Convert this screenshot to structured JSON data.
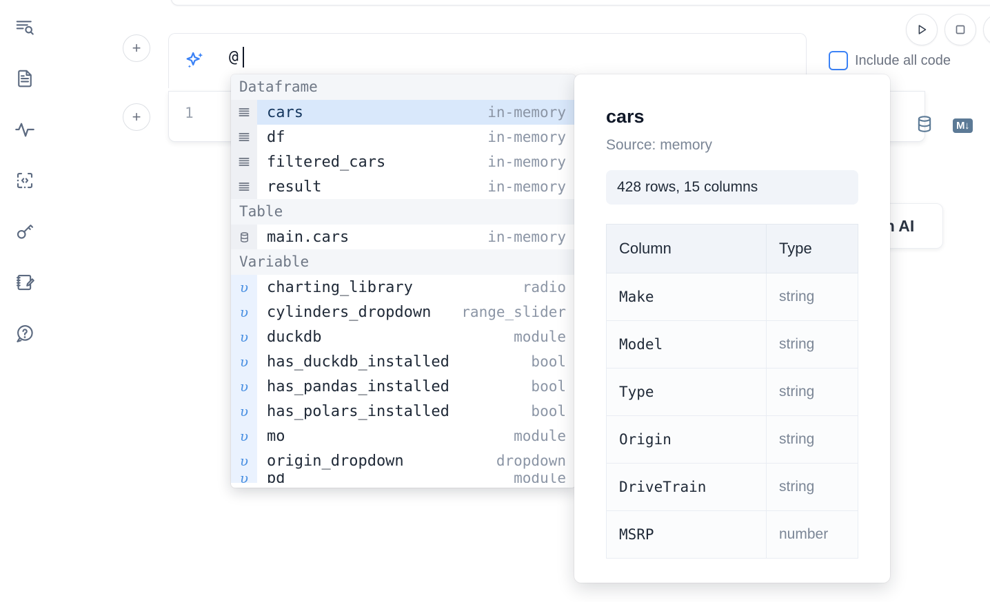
{
  "rail": {
    "items": [
      {
        "name": "file-explorer-search-icon",
        "label": "Explore files"
      },
      {
        "name": "document-outline-icon",
        "label": "Outline"
      },
      {
        "name": "activity-variables-icon",
        "label": "Variables"
      },
      {
        "name": "code-snippets-icon",
        "label": "Snippets"
      },
      {
        "name": "key-secrets-icon",
        "label": "Secrets"
      },
      {
        "name": "notebook-scratchpad-icon",
        "label": "Scratchpad"
      },
      {
        "name": "help-chat-icon",
        "label": "Help"
      }
    ]
  },
  "toolbar": {
    "run_label": "Run",
    "stop_label": "Interrupt",
    "more_label": "More",
    "include_all_code_label": "Include all code",
    "include_all_code_checked": false
  },
  "ai_prompt": {
    "value": "@",
    "icon": "sparkle-icon"
  },
  "code_cell": {
    "line_number": "1",
    "database_icon": "database-icon",
    "markdown_badge": "M↓"
  },
  "floating_button": {
    "label": "h AI"
  },
  "autocomplete": {
    "groups": [
      {
        "label": "Dataframe",
        "icon": "dataframe-icon",
        "gutter_style": "gray",
        "items": [
          {
            "name": "cars",
            "meta": "in-memory",
            "selected": true
          },
          {
            "name": "df",
            "meta": "in-memory",
            "selected": false
          },
          {
            "name": "filtered_cars",
            "meta": "in-memory",
            "selected": false
          },
          {
            "name": "result",
            "meta": "in-memory",
            "selected": false
          }
        ]
      },
      {
        "label": "Table",
        "icon": "table-database-icon",
        "gutter_style": "gray",
        "items": [
          {
            "name": "main.cars",
            "meta": "in-memory",
            "selected": false
          }
        ]
      },
      {
        "label": "Variable",
        "icon": "variable-icon",
        "gutter_style": "blue",
        "items": [
          {
            "name": "charting_library",
            "meta": "radio",
            "selected": false
          },
          {
            "name": "cylinders_dropdown",
            "meta": "range_slider",
            "selected": false
          },
          {
            "name": "duckdb",
            "meta": "module",
            "selected": false
          },
          {
            "name": "has_duckdb_installed",
            "meta": "bool",
            "selected": false
          },
          {
            "name": "has_pandas_installed",
            "meta": "bool",
            "selected": false
          },
          {
            "name": "has_polars_installed",
            "meta": "bool",
            "selected": false
          },
          {
            "name": "mo",
            "meta": "module",
            "selected": false
          },
          {
            "name": "origin_dropdown",
            "meta": "dropdown",
            "selected": false
          },
          {
            "name": "pd",
            "meta": "module",
            "selected": false,
            "clipped": true
          }
        ]
      }
    ]
  },
  "detail": {
    "title": "cars",
    "source": "Source: memory",
    "shape": "428 rows, 15 columns",
    "columns_header": "Column",
    "type_header": "Type",
    "rows": [
      {
        "column": "Make",
        "type": "string"
      },
      {
        "column": "Model",
        "type": "string"
      },
      {
        "column": "Type",
        "type": "string"
      },
      {
        "column": "Origin",
        "type": "string"
      },
      {
        "column": "DriveTrain",
        "type": "string"
      },
      {
        "column": "MSRP",
        "type": "number"
      }
    ]
  }
}
